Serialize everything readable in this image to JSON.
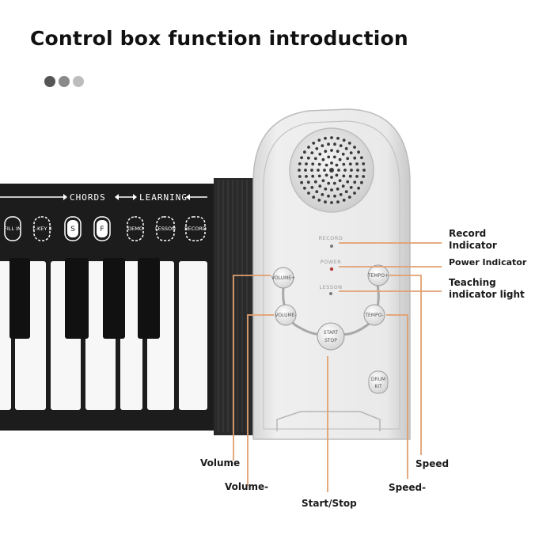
{
  "title": "Control box function introduction",
  "pager": {
    "dots": [
      "#555555",
      "#8a8a8a",
      "#bdbdbd"
    ]
  },
  "colors": {
    "callout": "#e0a070",
    "keyboard_body": "#1c1c1c",
    "panel": "#e6e6e6"
  },
  "keyboard": {
    "header_left": "CHORDS",
    "header_right": "LEARNING",
    "buttons": [
      "FILL IN",
      "1-KEY 3",
      "S",
      "F",
      "DEMO",
      "LESSON",
      "RECORD"
    ]
  },
  "control_box": {
    "indicators": [
      "RECORD",
      "POWER",
      "LESSON"
    ],
    "buttons": {
      "volume_up": "VOLUME+",
      "volume_down": "VOLUME-",
      "speed_up": "TEMPO+",
      "speed_down": "TEMPO-",
      "start_stop": [
        "START",
        "STOP"
      ],
      "extra": [
        "DRUM",
        "KIT"
      ]
    }
  },
  "callouts": {
    "record_indicator": [
      "Record",
      "Indicator"
    ],
    "power_indicator": "Power Indicator",
    "teaching_indicator": [
      "Teaching",
      "indicator light"
    ],
    "volume": "Volume",
    "volume_minus": "Volume-",
    "start_stop": "Start/Stop",
    "speed": "Speed",
    "speed_minus": "Speed-"
  }
}
